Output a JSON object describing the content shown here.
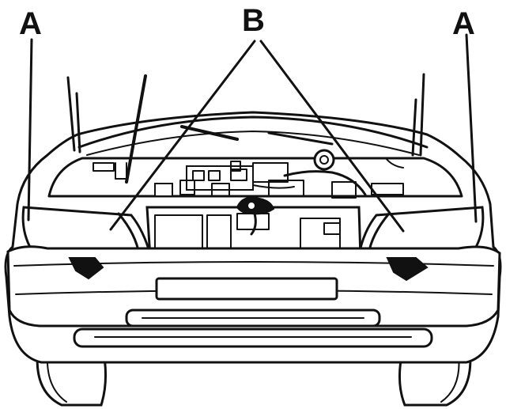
{
  "callouts": {
    "a_left": "A",
    "b": "B",
    "a_right": "A"
  },
  "colors": {
    "ink": "#111111",
    "paper": "#ffffff"
  }
}
